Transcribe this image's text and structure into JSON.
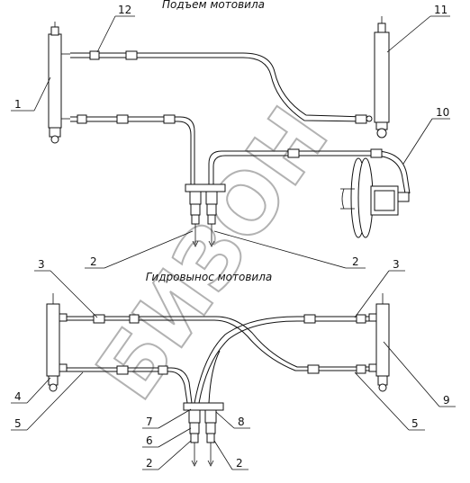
{
  "titles": {
    "top": "Подъем мотовила",
    "bottom": "Гидровынос мотовила"
  },
  "watermark": "БИЗОН",
  "callouts": {
    "c1": "1",
    "c12": "12",
    "c11": "11",
    "c10": "10",
    "c2a": "2",
    "c2b": "2",
    "c3a": "3",
    "c3b": "3",
    "c4": "4",
    "c5a": "5",
    "c5b": "5",
    "c9": "9",
    "c7": "7",
    "c6": "6",
    "c8": "8",
    "c2c": "2",
    "c2d": "2"
  }
}
